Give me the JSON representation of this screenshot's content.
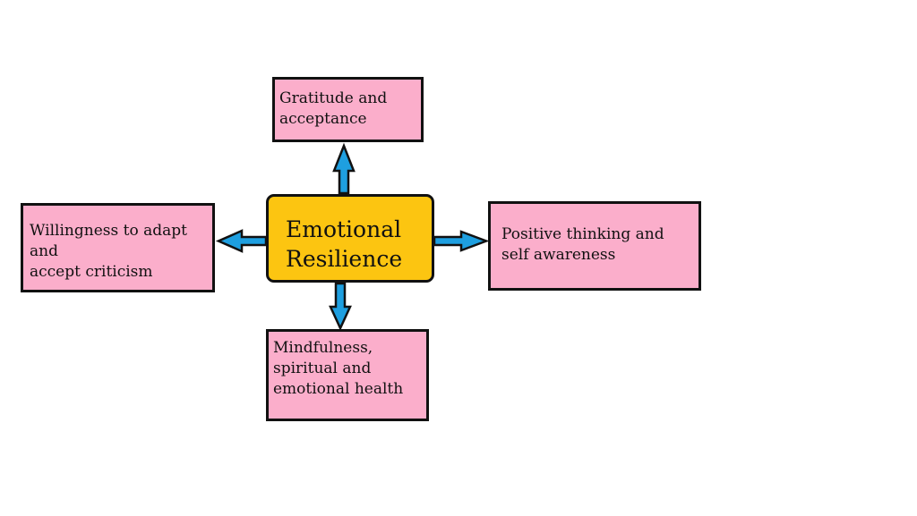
{
  "center": {
    "line1": "Emotional",
    "line2": "Resilience",
    "color": "#FCC511"
  },
  "boxes": {
    "top": {
      "line1": "Gratitude and",
      "line2": "acceptance"
    },
    "left": {
      "line1": "Willingness to adapt and",
      "line2": "accept criticism"
    },
    "right": {
      "line1": "Positive thinking and",
      "line2": "self awareness"
    },
    "bottom": {
      "line1": "Mindfulness,",
      "line2": "spiritual and",
      "line3": "emotional health"
    }
  },
  "colors": {
    "box_fill": "#FBAECB",
    "arrow_fill": "#1E9FE0",
    "outline": "#111111"
  }
}
